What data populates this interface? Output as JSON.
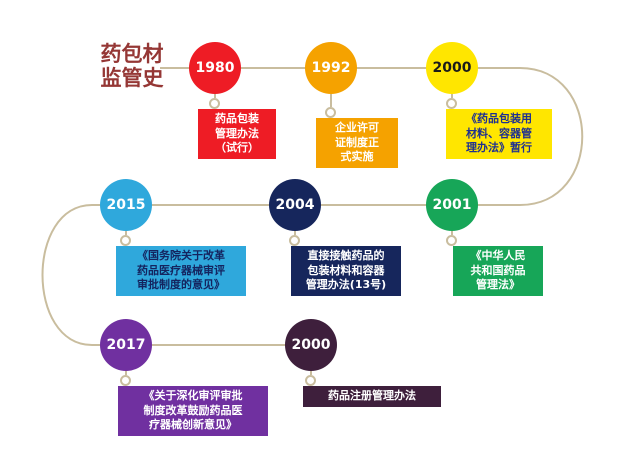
{
  "title": {
    "text": "药包材\n监管史"
  },
  "theme": {
    "background": "#FFFFFF",
    "title_color": "#953735",
    "line_color": "#C9BD9E"
  },
  "nodes": [
    {
      "id": "1980",
      "year": "1980",
      "circle_color": "#EE1C25",
      "year_color": "#FFFFFF",
      "label": "药品包装\n管理办法\n（试行）",
      "label_bg": "#EE1C25",
      "label_color": "#FFFFFF"
    },
    {
      "id": "1992",
      "year": "1992",
      "circle_color": "#F5A200",
      "year_color": "#FFFFFF",
      "label": "企业许可\n证制度正\n式实施",
      "label_bg": "#F5A200",
      "label_color": "#FFFFFF"
    },
    {
      "id": "2000",
      "year": "2000",
      "circle_color": "#FFE600",
      "year_color": "#1A1A1A",
      "label": "《药品包装用\n材料、容器管\n理办法》暂行",
      "label_bg": "#FFE600",
      "label_color": "#1F3091"
    },
    {
      "id": "2015",
      "year": "2015",
      "circle_color": "#2FA8DC",
      "year_color": "#FFFFFF",
      "label": "《国务院关于改革\n药品医疗器械审评\n审批制度的意见》",
      "label_bg": "#2FA8DC",
      "label_color": "#14245F"
    },
    {
      "id": "2004",
      "year": "2004",
      "circle_color": "#16265C",
      "year_color": "#FFFFFF",
      "label": "直接接触药品的\n包装材料和容器\n管理办法(13号)",
      "label_bg": "#16265C",
      "label_color": "#FFFFFF"
    },
    {
      "id": "2001",
      "year": "2001",
      "circle_color": "#17A658",
      "year_color": "#FFFFFF",
      "label": "《中华人民\n共和国药品\n管理法》",
      "label_bg": "#17A658",
      "label_color": "#FFFFFF"
    },
    {
      "id": "2017",
      "year": "2017",
      "circle_color": "#7030A0",
      "year_color": "#FFFFFF",
      "label": "《关于深化审评审批\n制度改革鼓励药品医\n疗器械创新意见》",
      "label_bg": "#7030A0",
      "label_color": "#FFFFFF"
    },
    {
      "id": "2000b",
      "year": "2000",
      "circle_color": "#3E1F3C",
      "year_color": "#FFFFFF",
      "label": "药品注册管理办法",
      "label_bg": "#3E1F3C",
      "label_color": "#FFFFFF"
    }
  ]
}
